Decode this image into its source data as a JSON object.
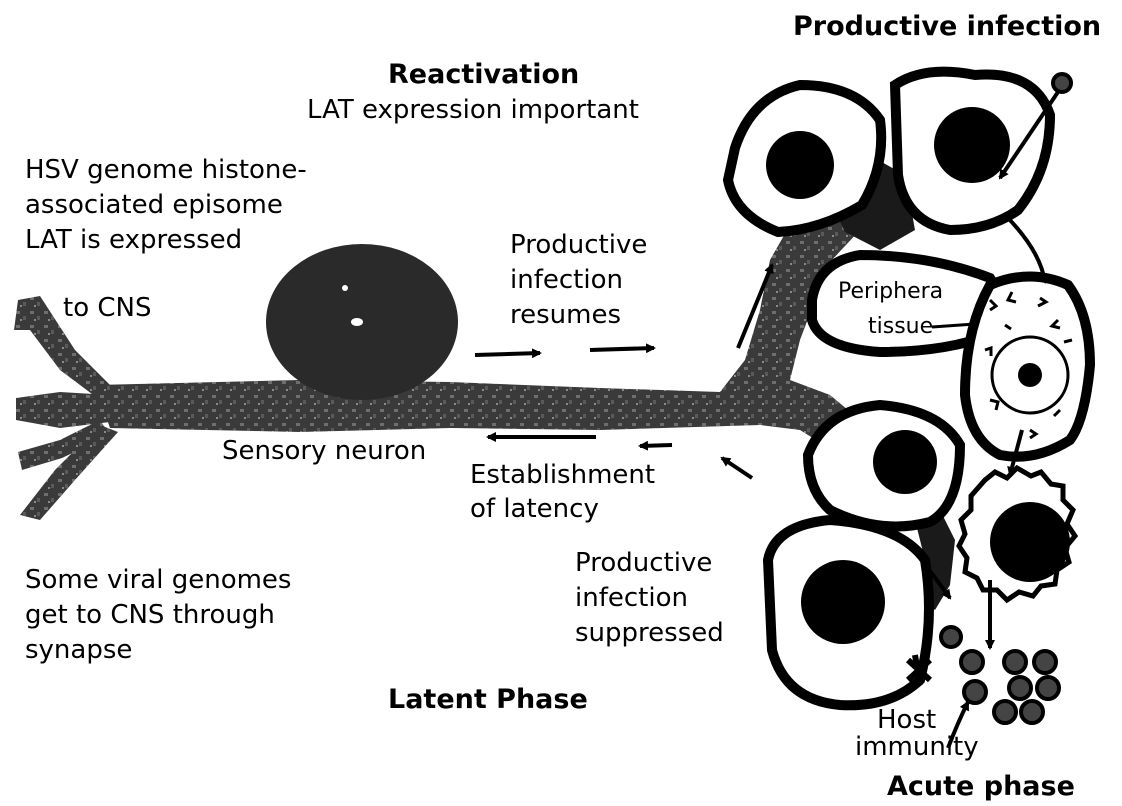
{
  "headings": {
    "productive_infection": "Productive infection",
    "reactivation": "Reactivation",
    "latent_phase": "Latent Phase",
    "acute_phase": "Acute phase"
  },
  "labels": {
    "lat_expression": "LAT expression important",
    "hsv_genome_1": "HSV genome histone-",
    "hsv_genome_2": "associated episome",
    "hsv_genome_3": "LAT is expressed",
    "to_cns": "to CNS",
    "productive_resumes_1": "Productive",
    "productive_resumes_2": "infection",
    "productive_resumes_3": "resumes",
    "peripheral_tissue_1": "Periphera",
    "peripheral_tissue_2": "tissue",
    "sensory_neuron": "Sensory neuron",
    "establishment_1": "Establishment",
    "establishment_2": "of latency",
    "some_viral_1": "Some viral genomes",
    "some_viral_2": "get to CNS through",
    "some_viral_3": "synapse",
    "suppressed_1": "Productive",
    "suppressed_2": "infection",
    "suppressed_3": "suppressed",
    "host_immunity_1": "Host",
    "host_immunity_2": "immunity"
  },
  "colors": {
    "ink": "#000000",
    "neuron_fill": "#3a3a3a",
    "neuron_texture": "#6e6e6e",
    "background": "#ffffff"
  }
}
